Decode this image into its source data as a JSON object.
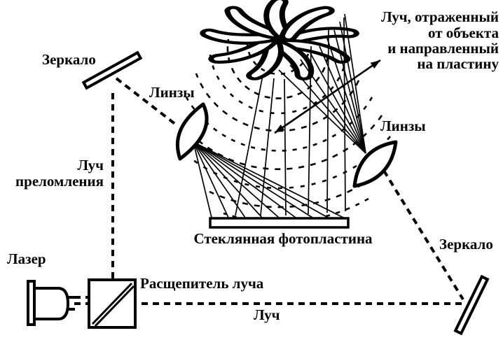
{
  "colors": {
    "ink": "#000000",
    "paper": "#ffffff"
  },
  "labels": {
    "mirror_top_left": "Зеркало",
    "lenses_left": "Линзы",
    "refraction_beam": {
      "line1": "Луч",
      "line2": "преломления"
    },
    "laser": "Лазер",
    "beam_splitter": "Расщепитель луча",
    "beam": "Луч",
    "object_beam": {
      "line1": "Луч, отраженный",
      "line2": "от объекта",
      "line3": "и направленный",
      "line4": "на пластину"
    },
    "lenses_right": "Линзы",
    "mirror_bottom_right": "Зеркало",
    "photo_plate": "Стеклянная фотопластина"
  }
}
